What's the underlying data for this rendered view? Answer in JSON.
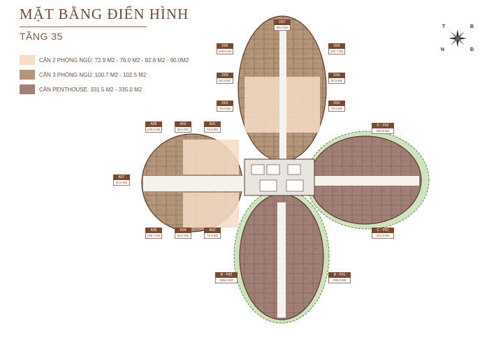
{
  "header": {
    "title": "MẶT BẰNG ĐIỂN HÌNH",
    "floor": "TẦNG 35"
  },
  "legend": [
    {
      "text": "CĂN 2 PHÒNG NGỦ: 72.9 M2 - 76.0 M2 - 82.6 M2 - 90.0M2",
      "color": "#f6dcc6"
    },
    {
      "text": "CĂN 3 PHÒNG NGỦ: 100.7 M2 - 102.5 M2",
      "color": "#b39579"
    },
    {
      "text": "CĂN PENTHOUSE: 331.5 M2 - 335.0 M2",
      "color": "#a07f76"
    }
  ],
  "compass": {
    "n": "N",
    "t": "T",
    "b": "B",
    "d": "Đ"
  },
  "units": {
    "d07": {
      "code": "D07",
      "area": "90.0 M2"
    },
    "d05": {
      "code": "D05",
      "area": "100.5 M2"
    },
    "d06": {
      "code": "D06",
      "area": "100.7 M2"
    },
    "d03": {
      "code": "D03",
      "area": "82.6 M2"
    },
    "d04": {
      "code": "D04",
      "area": "82.6 M2"
    },
    "d01": {
      "code": "D01",
      "area": "76.0 M2"
    },
    "d02": {
      "code": "D02",
      "area": "76.0 M2"
    },
    "a05": {
      "code": "A05",
      "area": "100.5 M2"
    },
    "a03": {
      "code": "A03",
      "area": "82.6 M2"
    },
    "a01": {
      "code": "A01",
      "area": "72.9 M2"
    },
    "a07": {
      "code": "A07",
      "area": "90.0 M2"
    },
    "a06": {
      "code": "A06",
      "area": "100.7 M2"
    },
    "a04": {
      "code": "A04",
      "area": "82.6 M2"
    },
    "a02": {
      "code": "A02",
      "area": "72.9 M2"
    },
    "cp02": {
      "code": "C - P02",
      "area": "331.5 M2"
    },
    "cp01": {
      "code": "C - P01",
      "area": "331.5 M2"
    },
    "bp02": {
      "code": "B - P02",
      "area": "335.0 M2"
    },
    "bp01": {
      "code": "B - P01",
      "area": "335.0 M2"
    }
  },
  "colors": {
    "two_bed": "#f6dcc6",
    "three_bed": "#b39579",
    "penthouse": "#a07f76",
    "garden": "#cfe3c0",
    "label_bg": "#7a4a30"
  }
}
